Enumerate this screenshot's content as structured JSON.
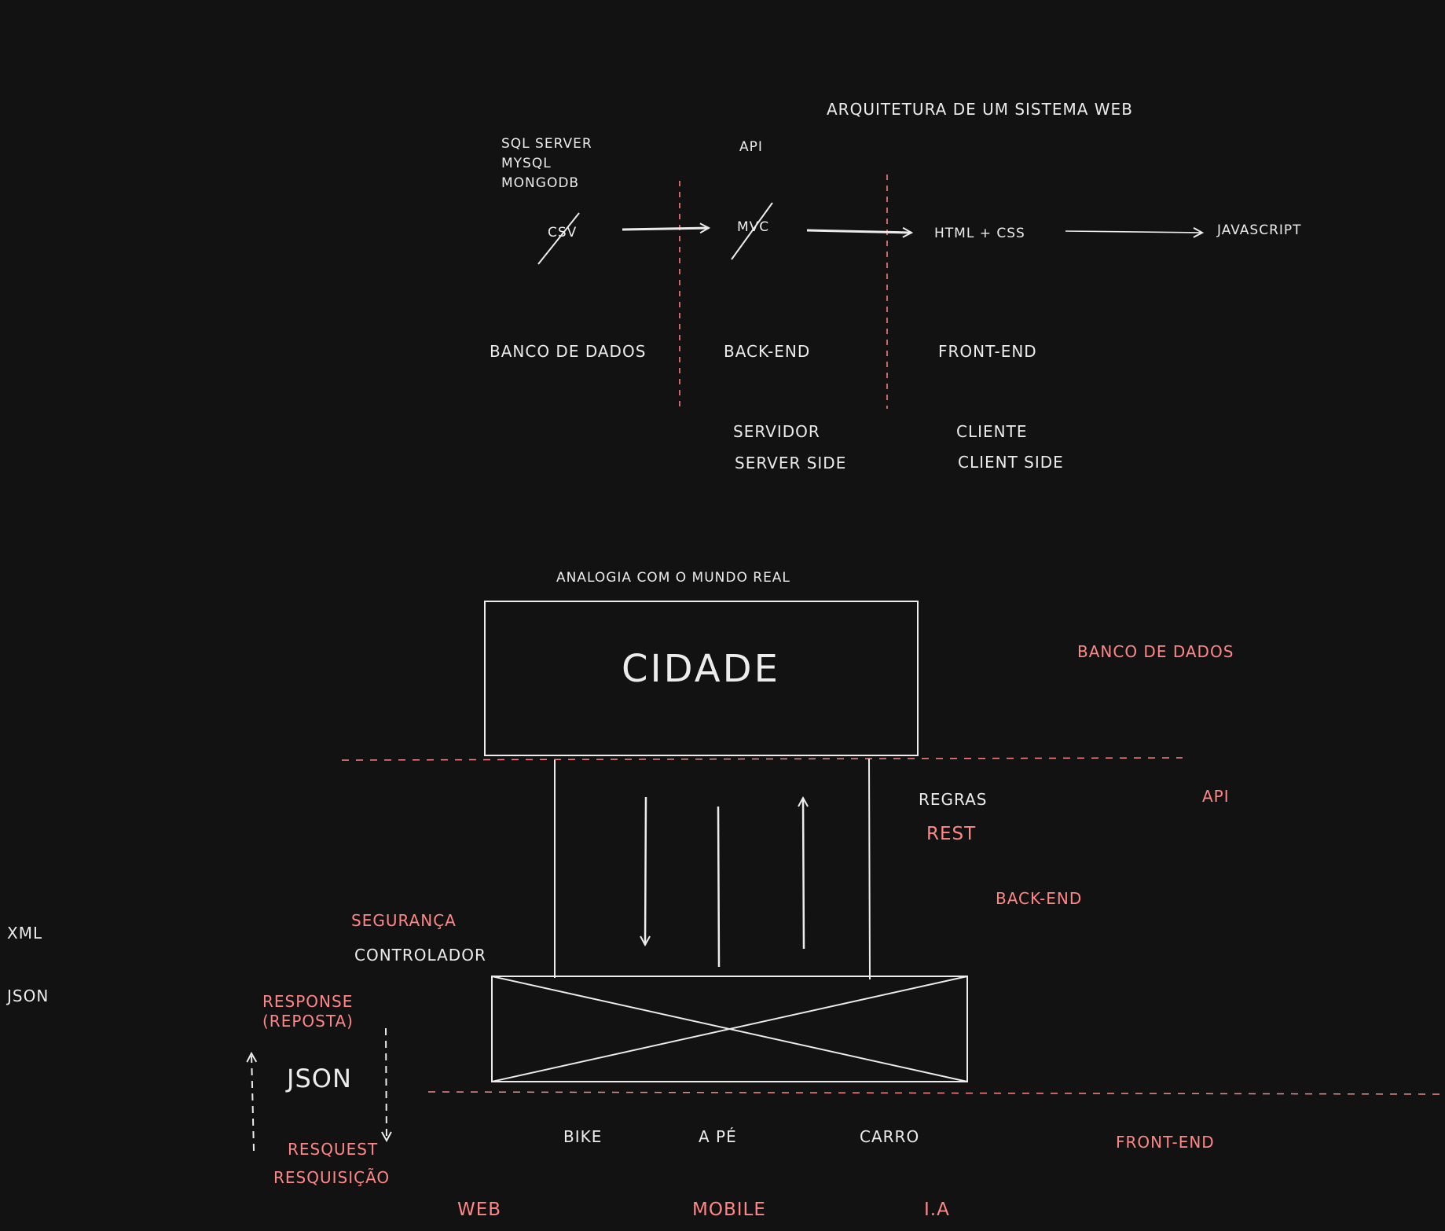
{
  "colors": {
    "background": "#121212",
    "stroke": "#ececec",
    "accent": "#ff8787"
  },
  "part1": {
    "title": "ARQUITETURA DE UM SISTEMA WEB",
    "db_list": [
      "SQL SERVER",
      "MYSQL",
      "MONGODB"
    ],
    "api": "API",
    "csv_struck": "CSV",
    "mvc_struck": "MVC",
    "html_css": "HTML + CSS",
    "javascript": "JAVASCRIPT",
    "banco_de_dados": "BANCO DE DADOS",
    "back_end": "BACK-END",
    "front_end": "FRONT-END",
    "servidor": "SERVIDOR",
    "server_side": "SERVER SIDE",
    "cliente": "CLIENTE",
    "client_side": "CLIENT SIDE"
  },
  "part2": {
    "title": "ANALOGIA COM O MUNDO REAL",
    "cidade": "CIDADE",
    "banco_de_dados": "BANCO DE DADOS",
    "regras": "REGRAS",
    "rest": "REST",
    "api": "API",
    "back_end": "BACK-END",
    "seguranca": "SEGURANÇA",
    "controlador": "CONTROLADOR",
    "xml": "XML",
    "json_side": "JSON",
    "response": [
      "RESPONSE",
      "(REPOSTA)"
    ],
    "json_big": "JSON",
    "request": "RESQUEST",
    "requisicao": "RESQUISIÇÃO",
    "bike": "BIKE",
    "a_pe": "A PÉ",
    "carro": "CARRO",
    "front_end": "FRONT-END",
    "web": "WEB",
    "mobile": "MOBILE",
    "ia": "I.A"
  }
}
